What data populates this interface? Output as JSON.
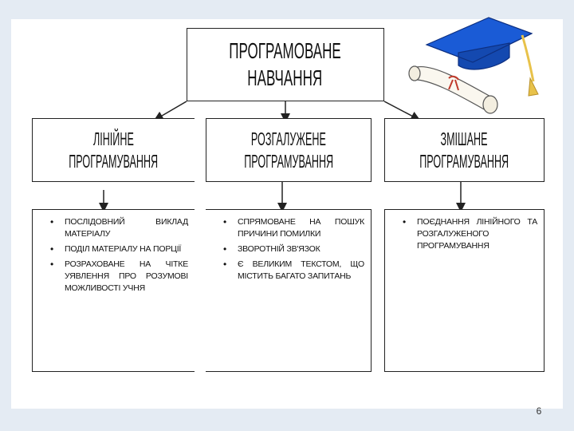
{
  "title": "ПРОГРАМОВАНЕ НАВЧАННЯ",
  "title_lines": [
    "ПРОГРАМОВАНЕ",
    "НАВЧАННЯ"
  ],
  "categories": [
    {
      "lines": [
        "ЛІНІЙНЕ",
        "ПРОГРАМУВАННЯ"
      ],
      "items": [
        "Послідовний виклад матеріалу",
        "Поділ матеріалу на порції",
        "Розраховане на чітке уявлення про розумові можливості учня"
      ]
    },
    {
      "lines": [
        "РОЗГАЛУЖЕНЕ",
        "ПРОГРАМУВАННЯ"
      ],
      "items": [
        "Спрямоване на пошук причини помилки",
        "Зворотній зв'язок",
        "Є великим текстом, що містить багато запитань"
      ]
    },
    {
      "lines": [
        "ЗМІШАНЕ",
        "ПРОГРАМУВАННЯ"
      ],
      "items": [
        "Поєднання лінійного та розгалуженого програмування"
      ]
    }
  ],
  "page_number": "6",
  "icons": {
    "graduation": "graduation-cap-icon",
    "diploma": "diploma-scroll-icon"
  },
  "colors": {
    "background": "#e4ebf3",
    "cap_blue": "#1a5bd6",
    "tassel": "#e8c24a",
    "line": "#222222"
  }
}
